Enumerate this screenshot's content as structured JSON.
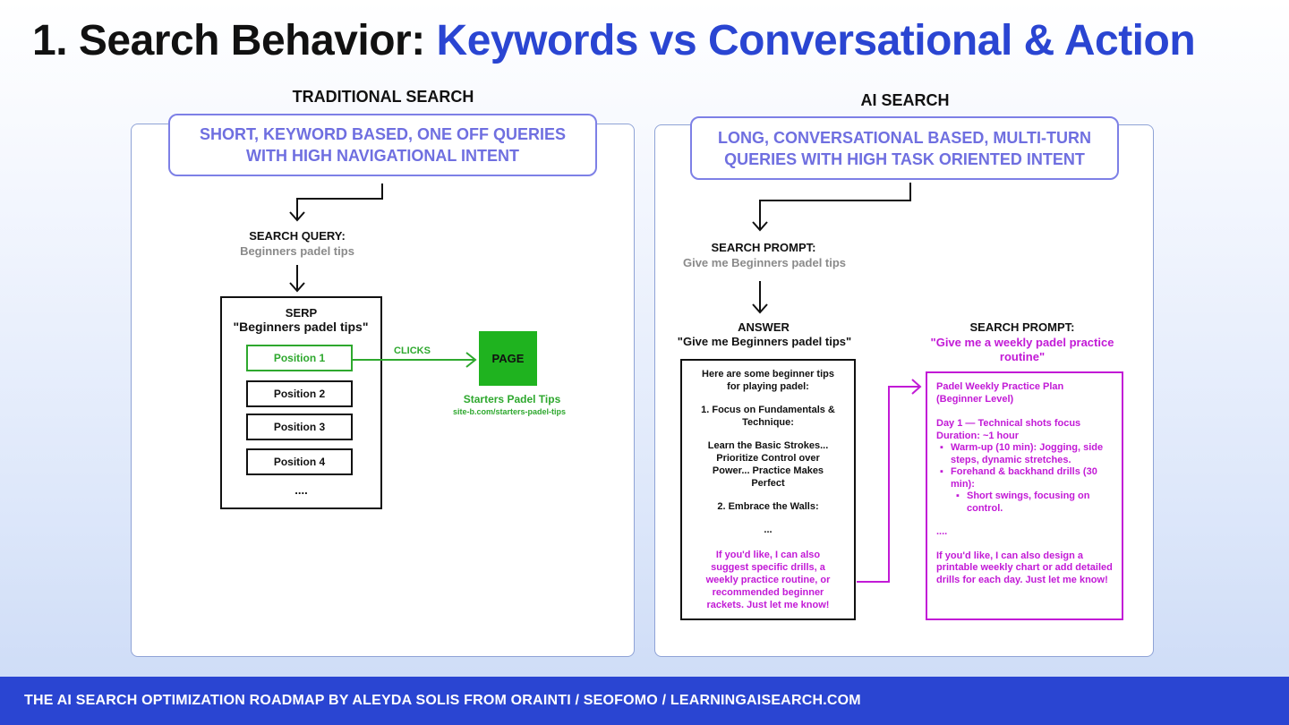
{
  "title": {
    "prefix": "1. Search Behavior:",
    "accent": "Keywords vs Conversational & Action"
  },
  "traditional": {
    "heading": "TRADITIONAL SEARCH",
    "pill_line1": "SHORT, KEYWORD BASED, ONE OFF QUERIES",
    "pill_line2": "WITH HIGH NAVIGATIONAL INTENT",
    "query_label": "SEARCH QUERY:",
    "query_value": "Beginners padel tips",
    "serp_title": "SERP",
    "serp_query": "\"Beginners padel tips\"",
    "positions": [
      "Position 1",
      "Position 2",
      "Position 3",
      "Position 4"
    ],
    "ellipsis": "....",
    "clicks_label": "CLICKS",
    "page_label": "PAGE",
    "site_name": "Starters Padel Tips",
    "site_url": "site-b.com/starters-padel-tips"
  },
  "ai": {
    "heading": "AI SEARCH",
    "pill_line1": "LONG, CONVERSATIONAL BASED, MULTI-TURN",
    "pill_line2": "QUERIES WITH HIGH TASK ORIENTED INTENT",
    "prompt_label": "SEARCH PROMPT:",
    "prompt_value": "Give me Beginners padel tips",
    "answer_label": "ANSWER",
    "answer_query": "\"Give me Beginners padel tips\"",
    "answer_intro_1": "Here are some beginner tips",
    "answer_intro_2": "for playing padel:",
    "answer_point1_1": "1. Focus on Fundamentals &",
    "answer_point1_2": "Technique:",
    "answer_detail_1": "Learn the Basic Strokes...",
    "answer_detail_2": "Prioritize Control over",
    "answer_detail_3": "Power... Practice Makes",
    "answer_detail_4": "Perfect",
    "answer_point2": "2. Embrace the Walls:",
    "answer_ellipsis": "...",
    "answer_offer_1": "If you'd like, I can also",
    "answer_offer_2": "suggest specific drills, a",
    "answer_offer_3": "weekly practice routine, or",
    "answer_offer_4": "recommended beginner",
    "answer_offer_5": "rackets. Just let me know!",
    "prompt2_label": "SEARCH PROMPT:",
    "prompt2_value_1": "\"Give me a weekly padel practice",
    "prompt2_value_2": "routine\"",
    "plan_title_1": "Padel Weekly Practice Plan",
    "plan_title_2": "(Beginner Level)",
    "plan_day_1": "Day 1 — Technical shots focus",
    "plan_day_2": "Duration: ~1 hour",
    "plan_item1": "Warm-up (10 min): Jogging, side steps, dynamic stretches.",
    "plan_item2": "Forehand & backhand drills (30 min):",
    "plan_subitem": "Short swings, focusing on control.",
    "plan_ellipsis": "....",
    "plan_offer": "If you'd like, I can also design a printable weekly chart or add detailed drills for each day. Just let me know!"
  },
  "footer": "THE AI SEARCH OPTIMIZATION ROADMAP BY ALEYDA SOLIS FROM ORAINTI / SEOFOMO / LEARNINGAISEARCH.COM",
  "colors": {
    "accent_blue": "#2a45d2",
    "pill_purple": "#6f6fe0",
    "green": "#2ea82e",
    "magenta": "#c21ad6"
  }
}
